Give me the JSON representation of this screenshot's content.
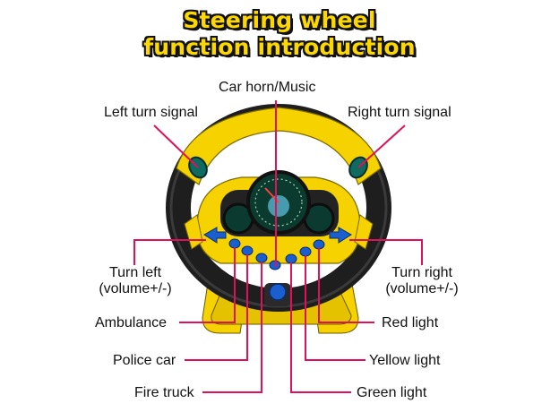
{
  "title": {
    "line1": "Steering wheel",
    "line2": "function introduction"
  },
  "labels": {
    "horn": "Car horn/Music",
    "left_signal": "Left turn signal",
    "right_signal": "Right turn signal",
    "turn_left": "Turn left",
    "turn_left_vol": "(volume+/-)",
    "turn_right": "Turn right",
    "turn_right_vol": "(volume+/-)",
    "ambulance": "Ambulance",
    "police": "Police car",
    "fire": "Fire truck",
    "red": "Red light",
    "yellow": "Yellow light",
    "green": "Green light"
  },
  "colors": {
    "title_fill": "#fcd800",
    "leader_line": "#e0105a",
    "wheel_yellow": "#f6d200",
    "wheel_black": "#1e1e1e",
    "button_blue": "#1a5fd0"
  }
}
